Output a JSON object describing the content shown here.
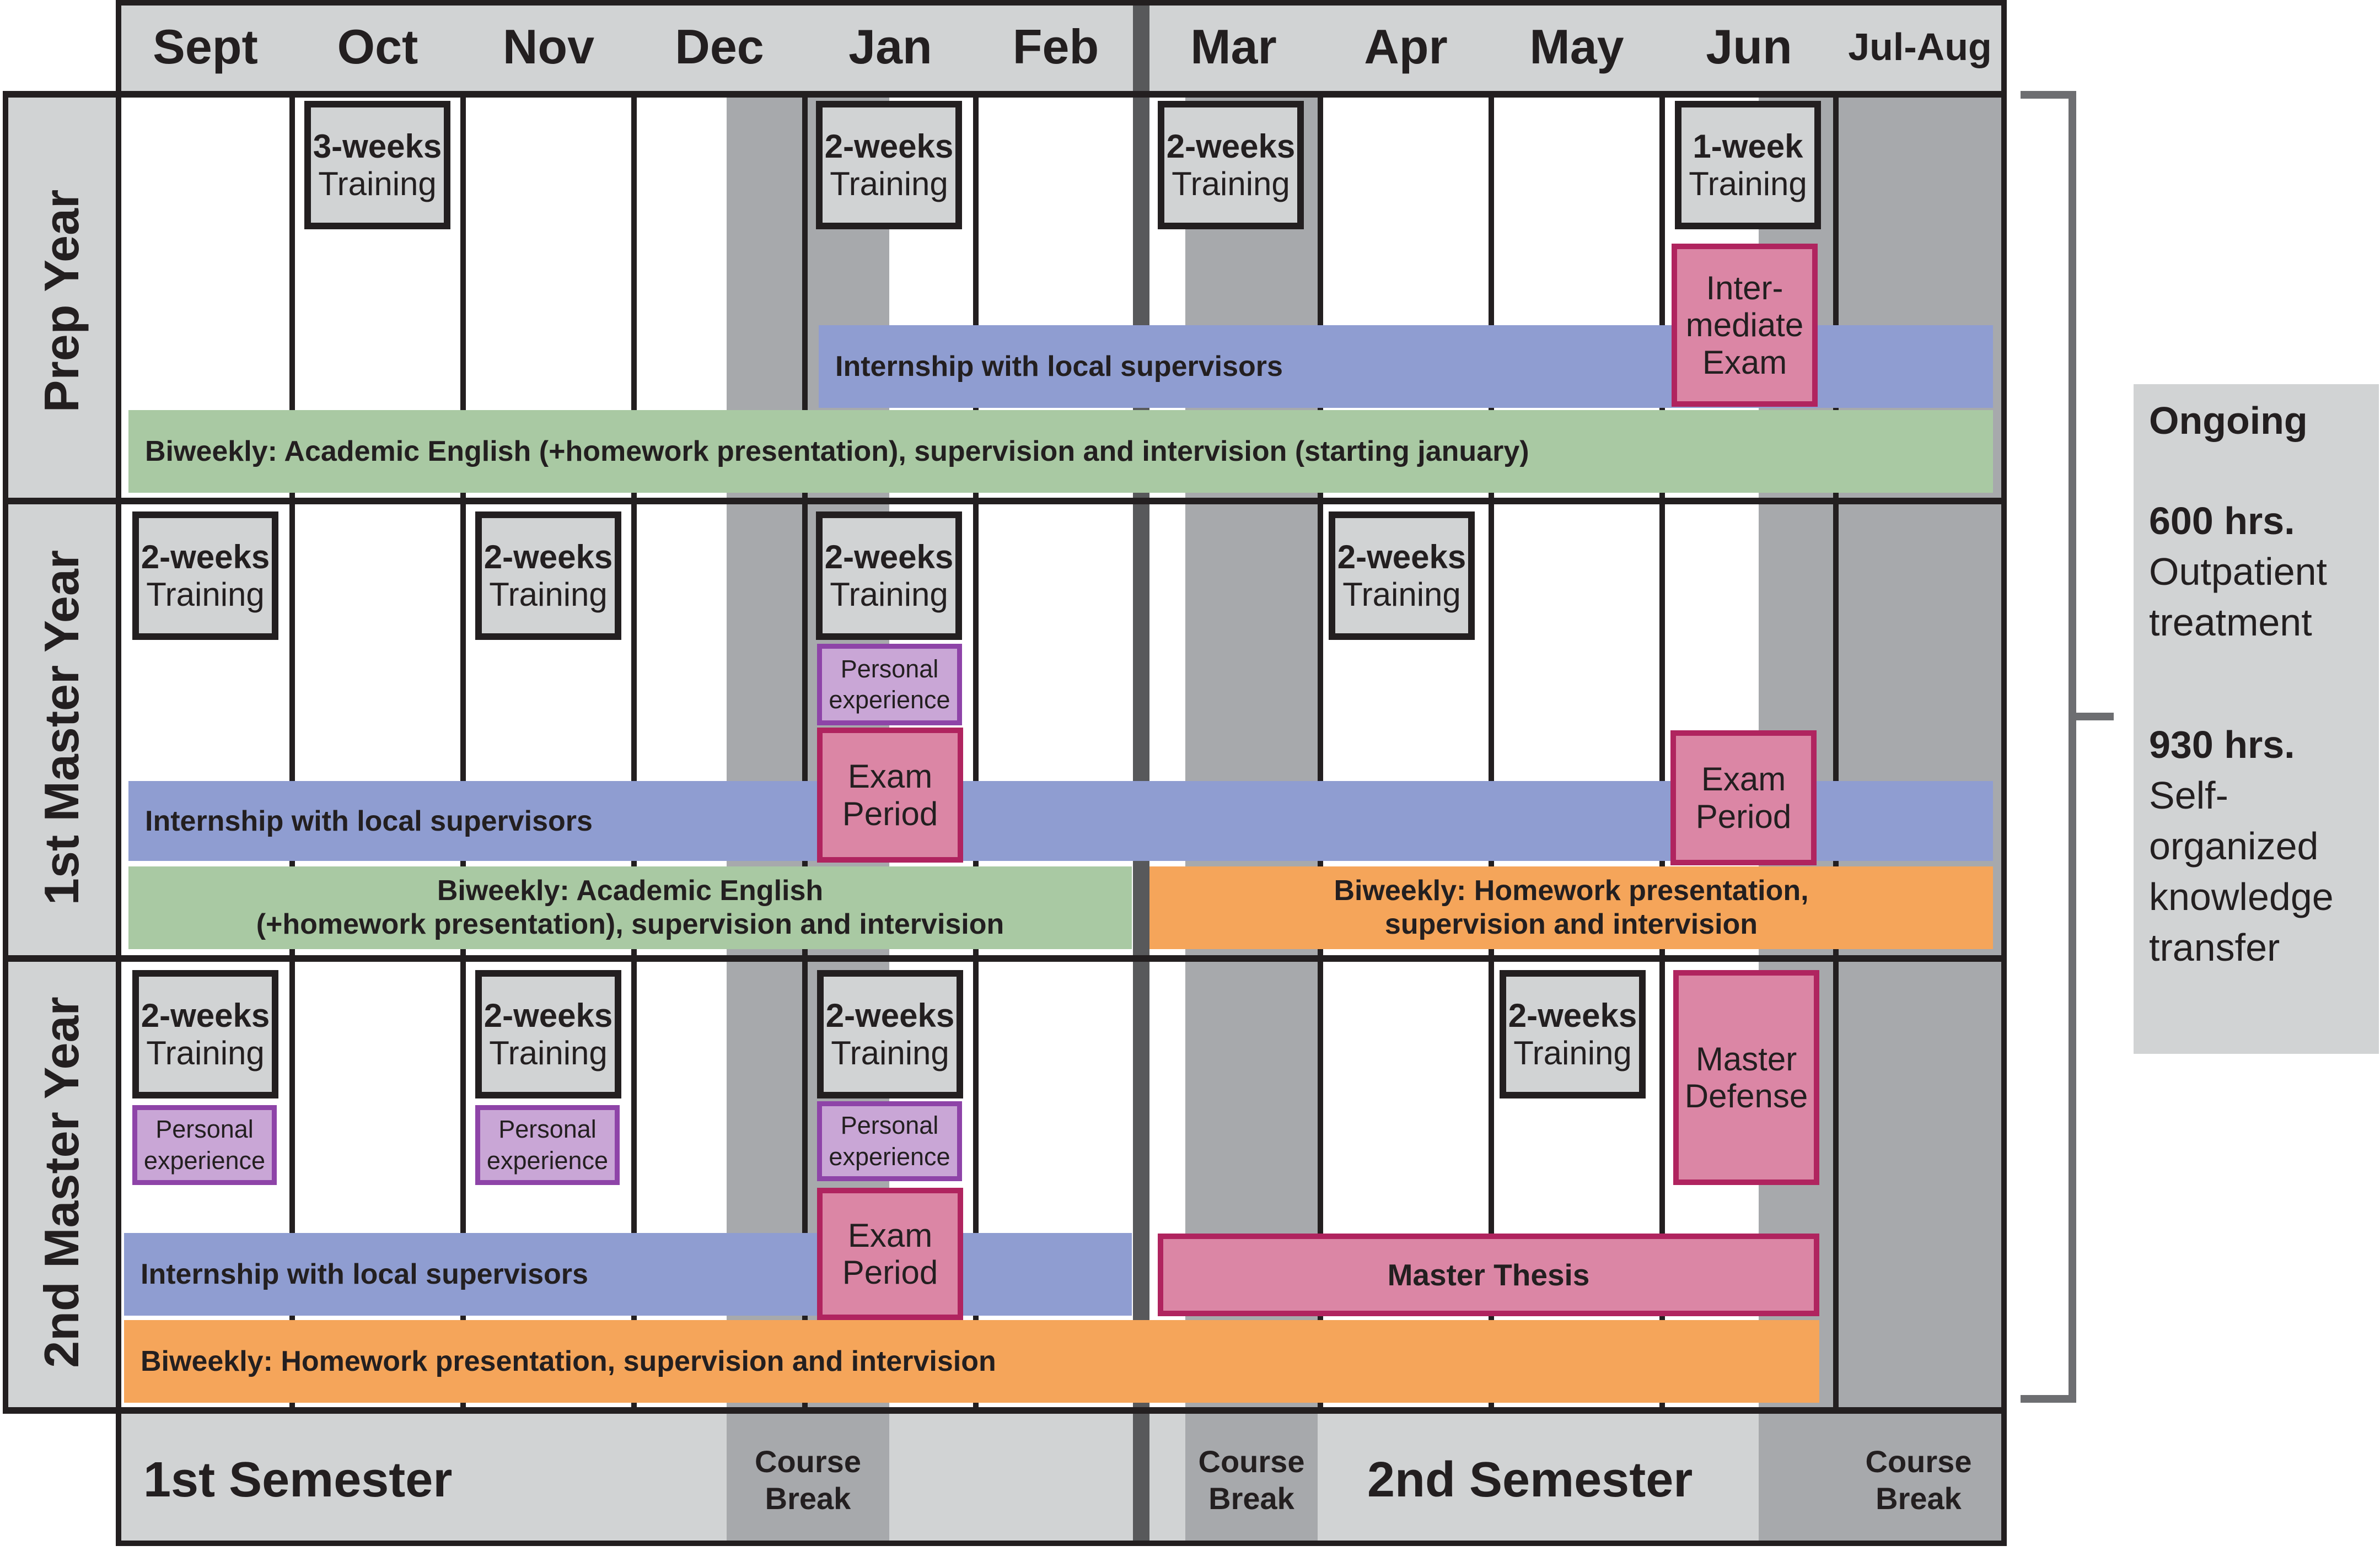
{
  "months": [
    "Sept",
    "Oct",
    "Nov",
    "Dec",
    "Jan",
    "Feb",
    "Mar",
    "Apr",
    "May",
    "Jun",
    "Jul-Aug"
  ],
  "years": [
    "Prep Year",
    "1st Master Year",
    "2nd Master Year"
  ],
  "semesters": {
    "first": "1st Semester",
    "second": "2nd Semester",
    "break_line1": "Course",
    "break_line2": "Break"
  },
  "labels": {
    "training_3w": "3-weeks",
    "training_2w": "2-weeks",
    "training_1w": "1-week",
    "training": "Training",
    "personal_1": "Personal",
    "personal_2": "experience",
    "exam_1": "Exam",
    "exam_2": "Period",
    "inter_1": "Inter-",
    "inter_2": "mediate",
    "inter_3": "Exam",
    "defense_1": "Master",
    "defense_2": "Defense",
    "thesis": "Master Thesis",
    "internship": "Internship with local supervisors",
    "prep_biweekly": "Biweekly: Academic English (+homework presentation), supervision and intervision (starting january)",
    "m1_biweekly_a1": "Biweekly: Academic English",
    "m1_biweekly_a2": "(+homework presentation), supervision and intervision",
    "m1_biweekly_b1": "Biweekly: Homework presentation,",
    "m1_biweekly_b2": "supervision and intervision",
    "m2_biweekly": "Biweekly: Homework presentation, supervision and intervision"
  },
  "ongoing": {
    "title": "Ongoing",
    "item1_hours": "600 hrs.",
    "item1_text": "Outpatient treatment",
    "item2_hours": "930 hrs.",
    "item2_text": "Self-organized knowledge transfer"
  },
  "colors": {
    "training": "#d1d3d4",
    "personal": "#c9a6d6",
    "exam": "#db86a5",
    "internship": "#8f9dd1",
    "green_bar": "#a9c9a3",
    "orange_bar": "#f5a55a",
    "course_break": "#a7a9ac"
  }
}
